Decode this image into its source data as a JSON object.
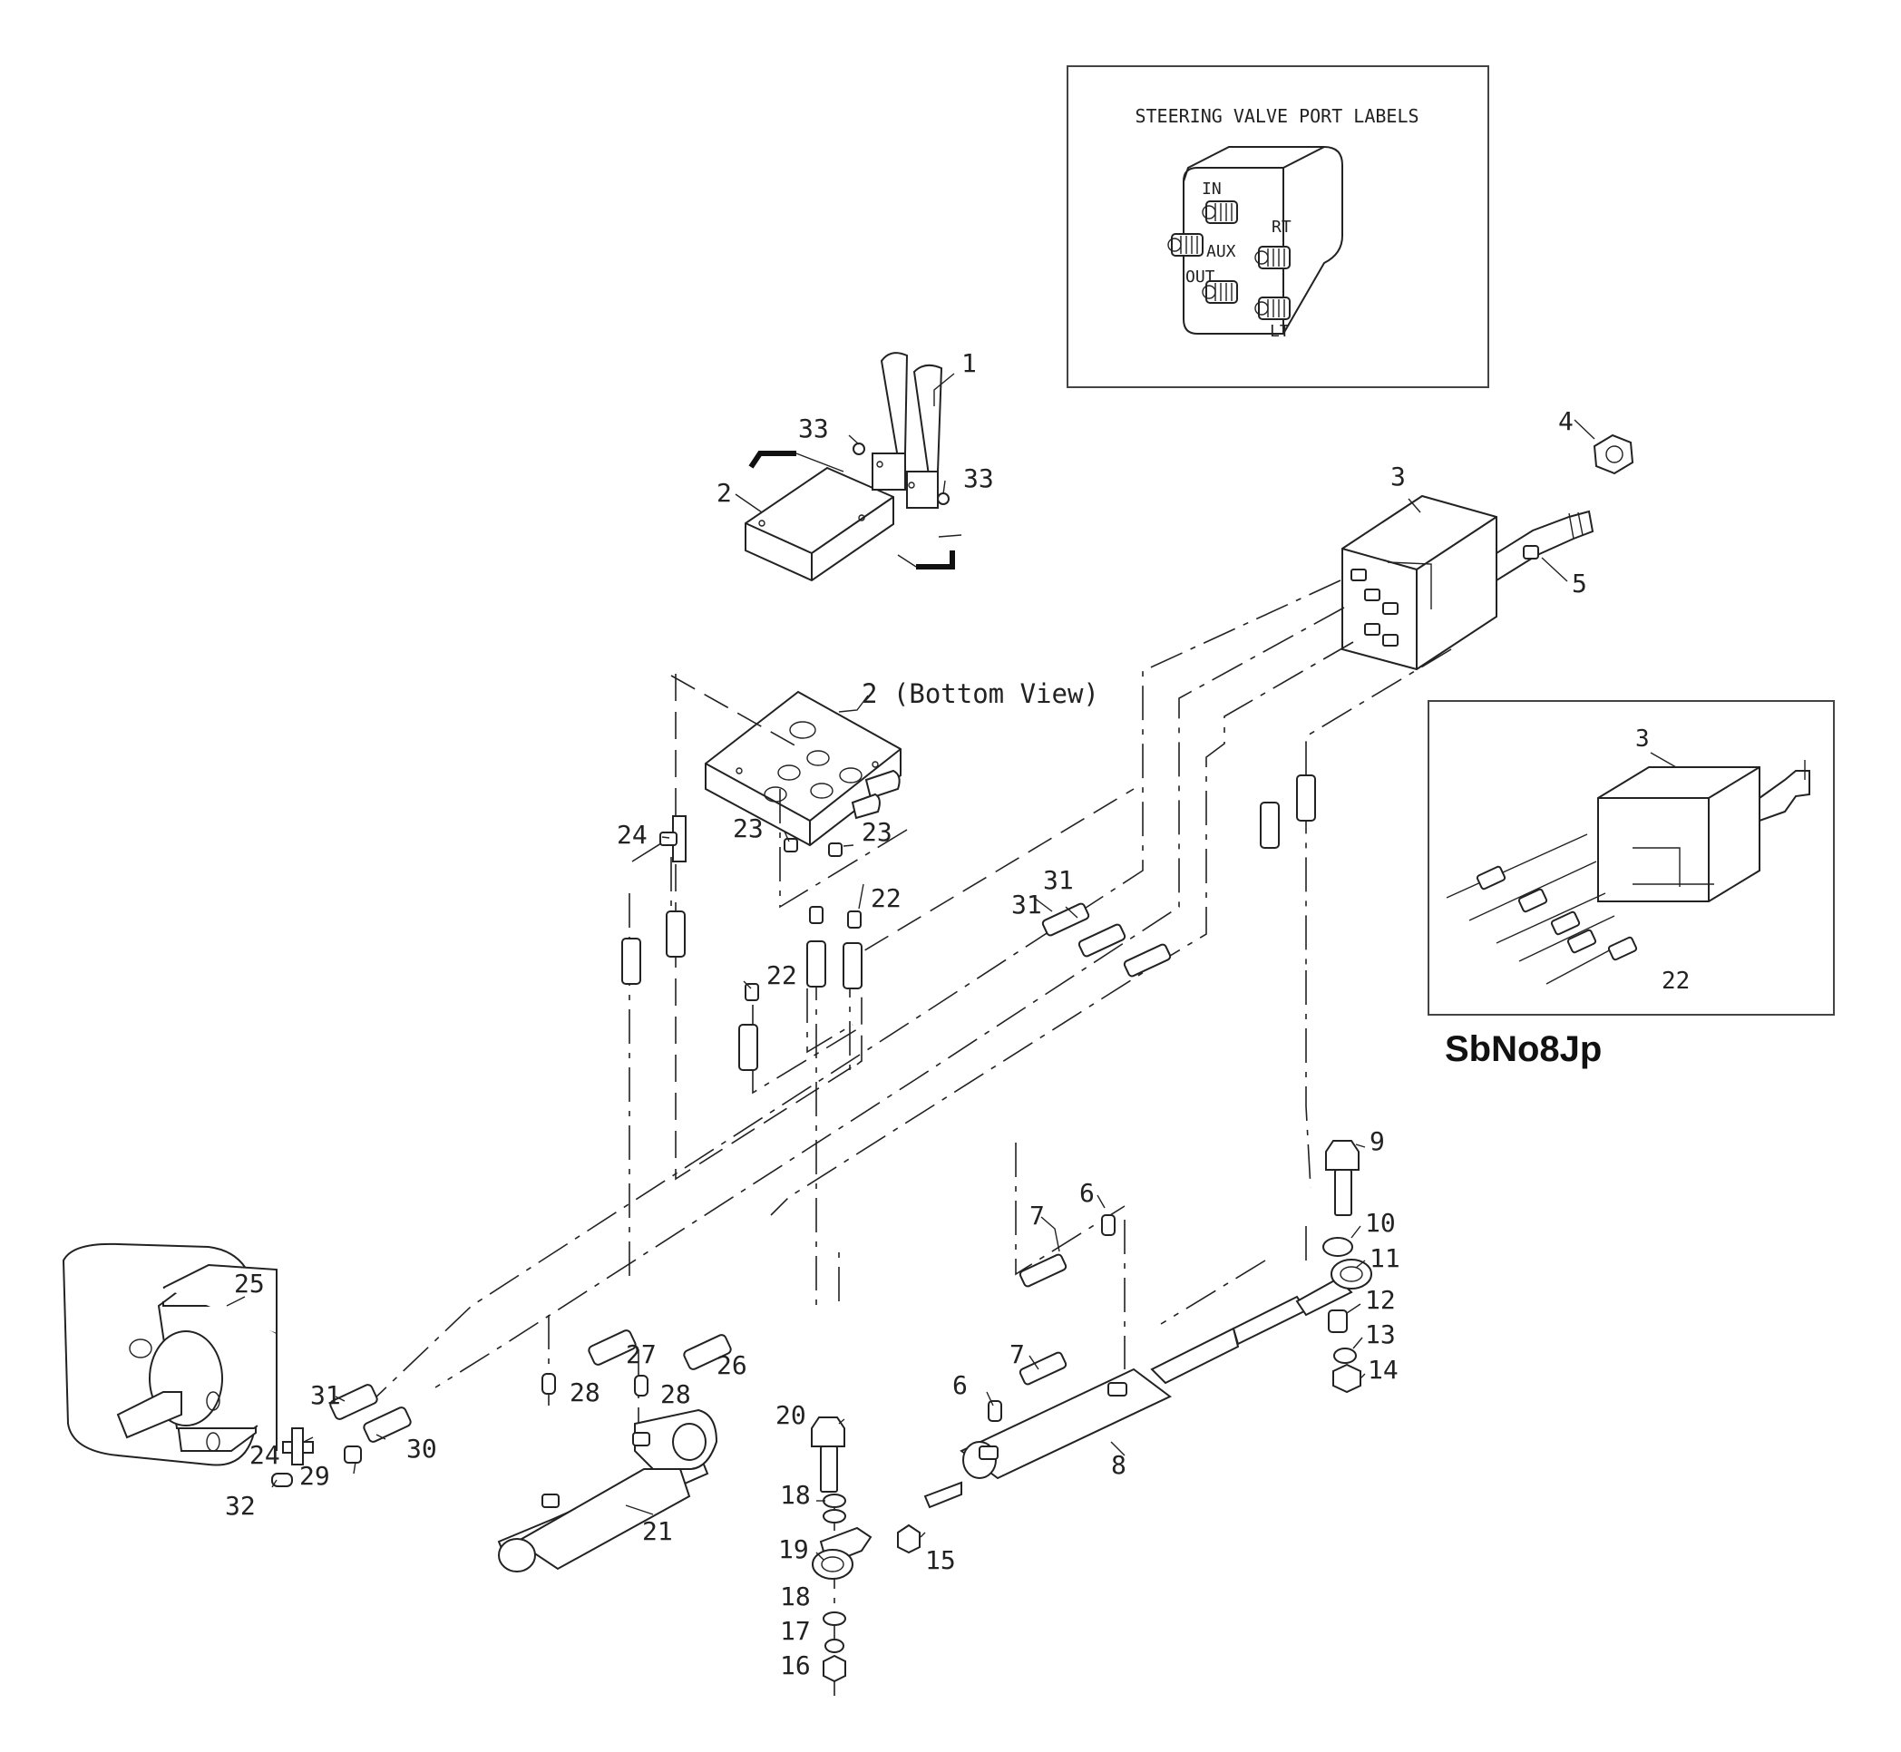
{
  "inset_top": {
    "title": "STEERING VALVE PORT LABELS",
    "ports": {
      "in": "IN",
      "aux": "AUX",
      "rt": "RT",
      "out": "OUT",
      "lt": "LT"
    }
  },
  "inset_side": {
    "labels": {
      "valve": "3",
      "fitting": "22"
    },
    "caption": "SbNo8Jp"
  },
  "callouts": {
    "c1": "1",
    "c2": "2",
    "c2b": "2 (Bottom View)",
    "c3": "3",
    "c4": "4",
    "c5": "5",
    "c6a": "6",
    "c6b": "6",
    "c7a": "7",
    "c7b": "7",
    "c8": "8",
    "c9": "9",
    "c10": "10",
    "c11": "11",
    "c12": "12",
    "c13": "13",
    "c14": "14",
    "c15": "15",
    "c16": "16",
    "c17": "17",
    "c18a": "18",
    "c18b": "18",
    "c19": "19",
    "c20": "20",
    "c21": "21",
    "c22a": "22",
    "c22b": "22",
    "c23a": "23",
    "c23b": "23",
    "c24a": "24",
    "c24b": "24",
    "c25": "25",
    "c26": "26",
    "c27": "27",
    "c28a": "28",
    "c28b": "28",
    "c29": "29",
    "c30": "30",
    "c31a": "31",
    "c31b": "31",
    "c31c": "31",
    "c32": "32",
    "c33a": "33",
    "c33b": "33"
  }
}
